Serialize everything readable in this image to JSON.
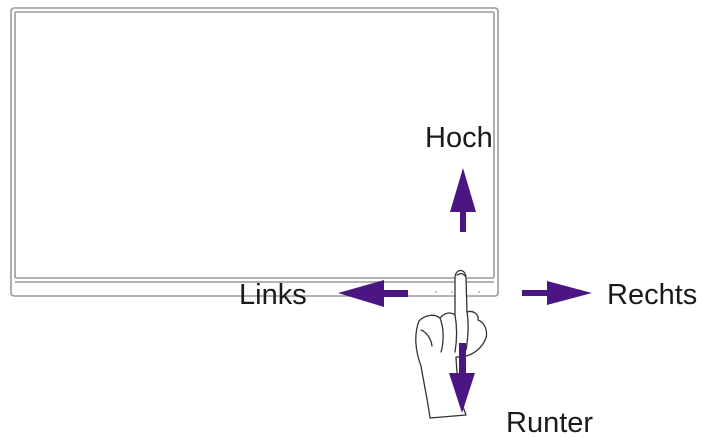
{
  "labels": {
    "up": "Hoch",
    "left": "Links",
    "right": "Rechts",
    "down": "Runter"
  },
  "colors": {
    "arrow": "#4b1683",
    "monitor_outline": "#9a9a9a"
  }
}
